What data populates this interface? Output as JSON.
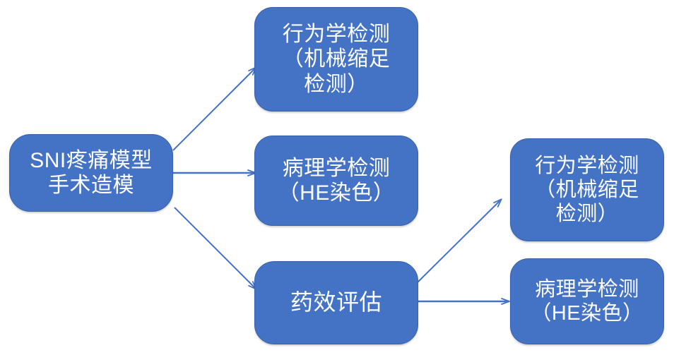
{
  "diagram": {
    "title": "SNI pain model experimental workflow",
    "colors": {
      "node_fill": "#4472C4",
      "node_border": "#3A62AC",
      "node_text": "#FFFFFF",
      "edge": "#4472C4",
      "background": "#FFFFFF"
    },
    "nodes": [
      {
        "id": "sni",
        "label": "SNI疼痛模型\n手术造模",
        "column": "left"
      },
      {
        "id": "behavior_top",
        "label": "行为学检测\n（机械缩足\n检测）",
        "column": "middle"
      },
      {
        "id": "pathology_middle",
        "label": "病理学检测\n（HE染色）",
        "column": "middle"
      },
      {
        "id": "efficacy",
        "label": "药效评估",
        "column": "middle"
      },
      {
        "id": "behavior_right",
        "label": "行为学检测\n（机械缩足\n检测）",
        "column": "right"
      },
      {
        "id": "pathology_right",
        "label": "病理学检测\n（HE染色）",
        "column": "right"
      }
    ],
    "edges": [
      {
        "id": "sni-to-behavior-top",
        "from": "sni",
        "to": "behavior_top",
        "style": "diagonal-up",
        "label": ""
      },
      {
        "id": "sni-to-pathology-middle",
        "from": "sni",
        "to": "pathology_middle",
        "style": "horizontal",
        "label": ""
      },
      {
        "id": "sni-to-efficacy",
        "from": "sni",
        "to": "efficacy",
        "style": "diagonal-down",
        "label": ""
      },
      {
        "id": "efficacy-to-behavior-right",
        "from": "efficacy",
        "to": "behavior_right",
        "style": "diagonal-up",
        "label": ""
      },
      {
        "id": "efficacy-to-pathology-right",
        "from": "efficacy",
        "to": "pathology_right",
        "style": "horizontal",
        "label": ""
      }
    ]
  }
}
